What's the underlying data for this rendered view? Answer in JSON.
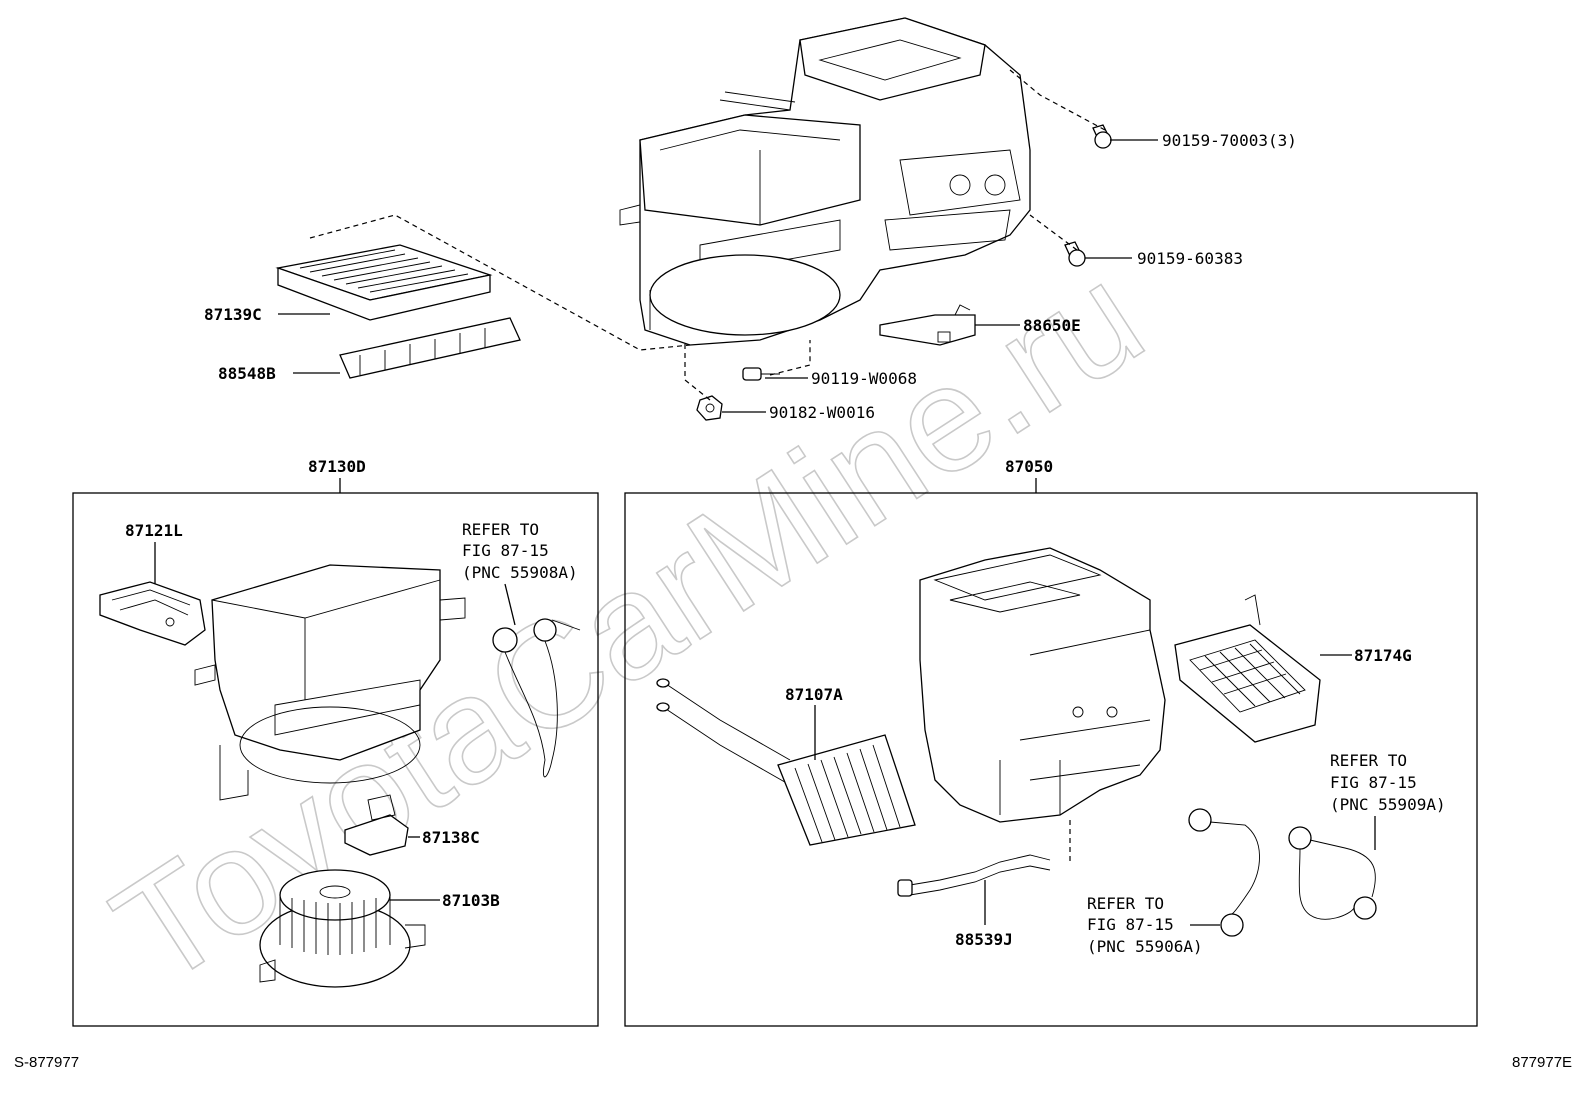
{
  "watermark": "ToyotaCarMine.ru",
  "footer": {
    "left_code": "S-877977",
    "right_code": "877977E"
  },
  "parts": {
    "p90159_70003": "90159-70003(3)",
    "p90159_60383": "90159-60383",
    "p88650E": "88650E",
    "p87139C": "87139C",
    "p88548B": "88548B",
    "p90119_W0068": "90119-W0068",
    "p90182_W0016": "90182-W0016",
    "p87130D": "87130D",
    "p87050": "87050",
    "p87121L": "87121L",
    "p87138C": "87138C",
    "p87103B": "87103B",
    "p87107A": "87107A",
    "p87174G": "87174G",
    "p88539J": "88539J"
  },
  "refs": {
    "left": {
      "line1": "REFER TO",
      "line2": "FIG 87-15",
      "line3": "(PNC 55908A)"
    },
    "right_top": {
      "line1": "REFER TO",
      "line2": "FIG 87-15",
      "line3": "(PNC 55909A)"
    },
    "right_bottom": {
      "line1": "REFER TO",
      "line2": "FIG 87-15",
      "line3": "(PNC 55906A)"
    }
  }
}
